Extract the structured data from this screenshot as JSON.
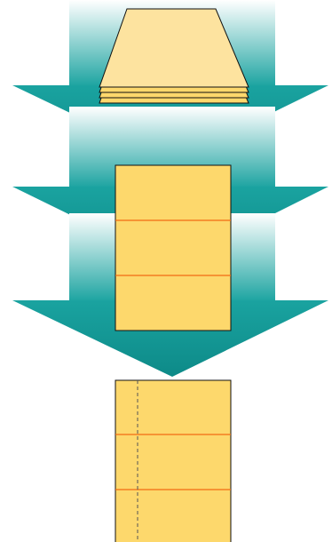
{
  "diagram": {
    "steps": [
      {
        "id": "stacked-sheets",
        "icon": "paper-stack-icon"
      },
      {
        "id": "folded-sheet",
        "icon": "folded-sheet-icon"
      },
      {
        "id": "folded-sheet-with-binding-line",
        "icon": "bound-sheet-icon"
      }
    ],
    "colors": {
      "arrow_teal": "#1aa3a0",
      "arrow_teal_light": "#ffffff",
      "paper_fill": "#fdd86c",
      "paper_fill_light": "#fde39f",
      "fold_line": "#f26b12",
      "outline": "#111111"
    }
  }
}
